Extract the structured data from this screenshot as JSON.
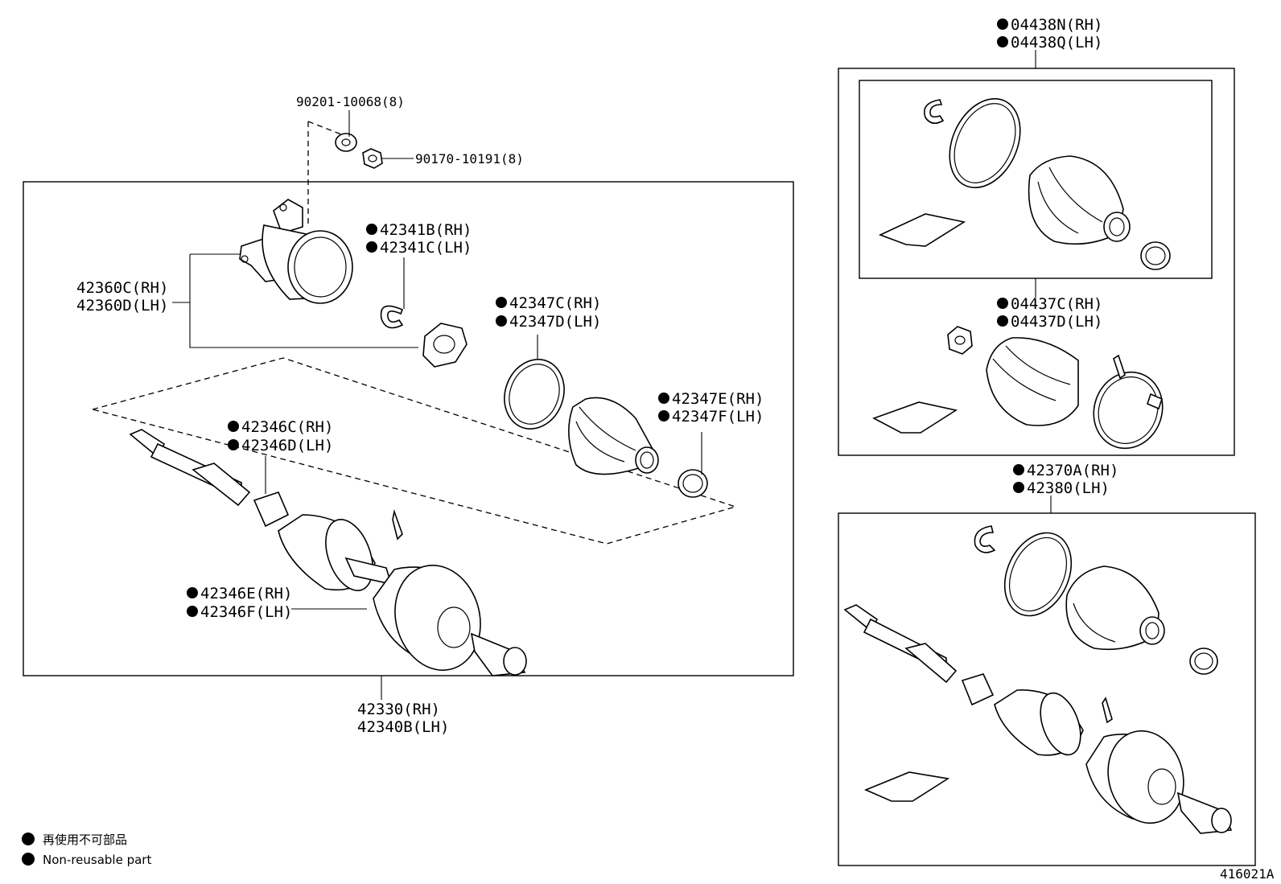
{
  "callouts": {
    "bolt": "90201-10068(8)",
    "nut": "90170-10191(8)",
    "snap_ring_rh": "42341B(RH)",
    "snap_ring_lh": "42341C(LH)",
    "housing_rh": "42360C(RH)",
    "housing_lh": "42360D(LH)",
    "clamp_rh": "42347C(RH)",
    "clamp_lh": "42347D(LH)",
    "clamp_small_rh": "42347E(RH)",
    "clamp_small_lh": "42347F(LH)",
    "shaft_rh": "42346C(RH)",
    "shaft_lh": "42346D(LH)",
    "outer_joint_rh": "42346E(RH)",
    "outer_joint_lh": "42346F(LH)",
    "assembly_rh": "42330(RH)",
    "assembly_lh": "42340B(LH)",
    "inboard_boot_kit_rh": "04438N(RH)",
    "inboard_boot_kit_lh": "04438Q(LH)",
    "outboard_boot_kit_rh": "04437C(RH)",
    "outboard_boot_kit_lh": "04437D(LH)",
    "shaft_kit_rh": "42370A(RH)",
    "shaft_kit_lh": "42380(LH)"
  },
  "legend": {
    "jp": "再使用不可部品",
    "en": "Non-reusable part"
  },
  "diagram_id": "416021A"
}
